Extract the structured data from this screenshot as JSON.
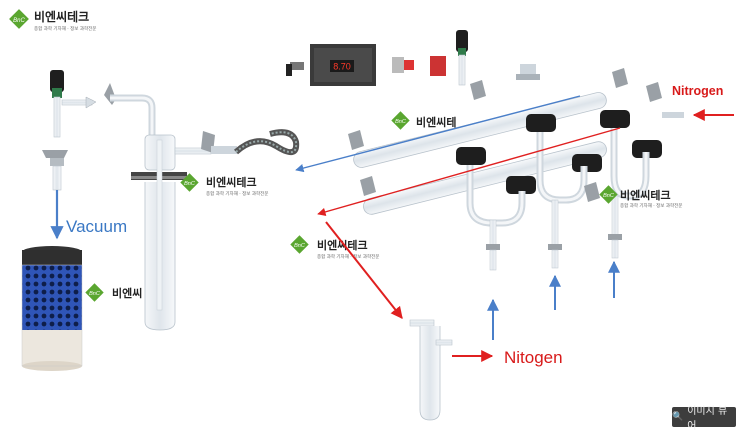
{
  "brand": {
    "name": "비엔씨테크",
    "tagline": "종합 과학 기자재 · 정보 과학전문",
    "badge": "BnC",
    "name_partial_1": "비엔씨테",
    "name_partial_2": "비엔씨"
  },
  "labels": {
    "vacuum": "Vacuum",
    "nitrogen": "Nitrogen",
    "nitogen": "Nitogen",
    "controller_display": "8.70"
  },
  "colors": {
    "red_arrow": "#e02020",
    "blue_arrow": "#4a7fc9",
    "badge_green": "#5aa630",
    "glass": "#e9eef3",
    "clamp": "#8a8f95",
    "stopper": "#1e1e1e"
  },
  "viewer": {
    "label": "이미지 뷰어",
    "icon": "magnifier-icon"
  }
}
